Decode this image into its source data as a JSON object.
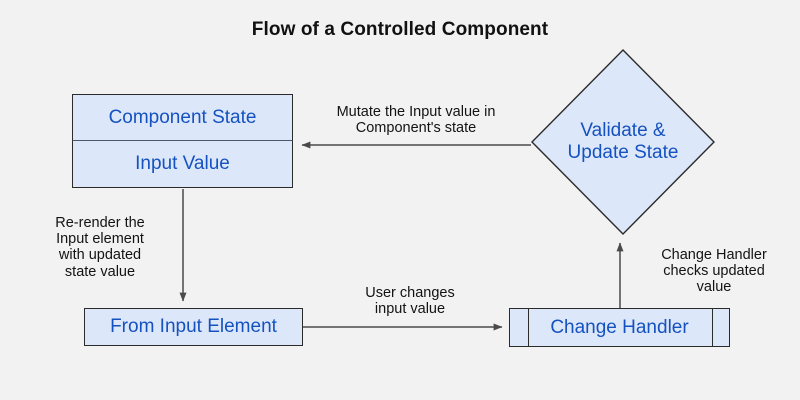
{
  "title": "Flow of a Controlled Component",
  "colors": {
    "background": "#f2f2f2",
    "node_fill": "#dde7fa",
    "node_border": "#2b2b2b",
    "node_text": "#1552c0",
    "label_text": "#131313",
    "connector": "#4a4a4a"
  },
  "nodes": {
    "component_state": {
      "shape": "split-rectangle",
      "top_label": "Component State",
      "bottom_label": "Input Value"
    },
    "from_input_element": {
      "shape": "rectangle",
      "label": "From Input Element"
    },
    "change_handler": {
      "shape": "predefined-process",
      "label": "Change Handler"
    },
    "validate_update_state": {
      "shape": "diamond",
      "label": "Validate &\nUpdate State"
    }
  },
  "edges": {
    "mutate": {
      "label": "Mutate the Input value in\nComponent's state",
      "from": "validate_update_state",
      "to": "component_state",
      "direction": "left"
    },
    "rerender": {
      "label": "Re-render the\nInput element\nwith updated\nstate value",
      "from": "component_state",
      "to": "from_input_element",
      "direction": "down"
    },
    "user_changes": {
      "label": "User changes\ninput value",
      "from": "from_input_element",
      "to": "change_handler",
      "direction": "right"
    },
    "checks_value": {
      "label": "Change Handler\nchecks updated\nvalue",
      "from": "change_handler",
      "to": "validate_update_state",
      "direction": "up"
    }
  }
}
